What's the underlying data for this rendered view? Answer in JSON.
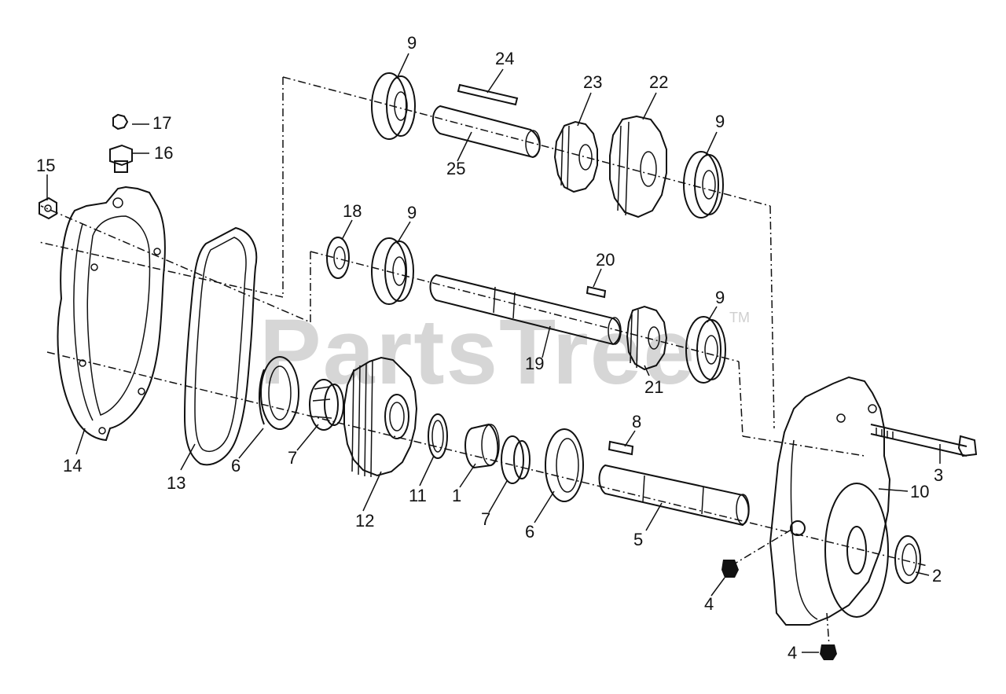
{
  "watermark": {
    "text": "PartsTree",
    "trademark": "TM"
  },
  "callouts": {
    "c1": "1",
    "c2": "2",
    "c3": "3",
    "c4a": "4",
    "c4b": "4",
    "c5": "5",
    "c6a": "6",
    "c6b": "6",
    "c7a": "7",
    "c7b": "7",
    "c8": "8",
    "c9a": "9",
    "c9b": "9",
    "c9c": "9",
    "c9d": "9",
    "c10": "10",
    "c11": "11",
    "c12": "12",
    "c13": "13",
    "c14": "14",
    "c15": "15",
    "c16": "16",
    "c17": "17",
    "c18": "18",
    "c19": "19",
    "c20": "20",
    "c21": "21",
    "c22": "22",
    "c23": "23",
    "c24": "24",
    "c25": "25"
  }
}
